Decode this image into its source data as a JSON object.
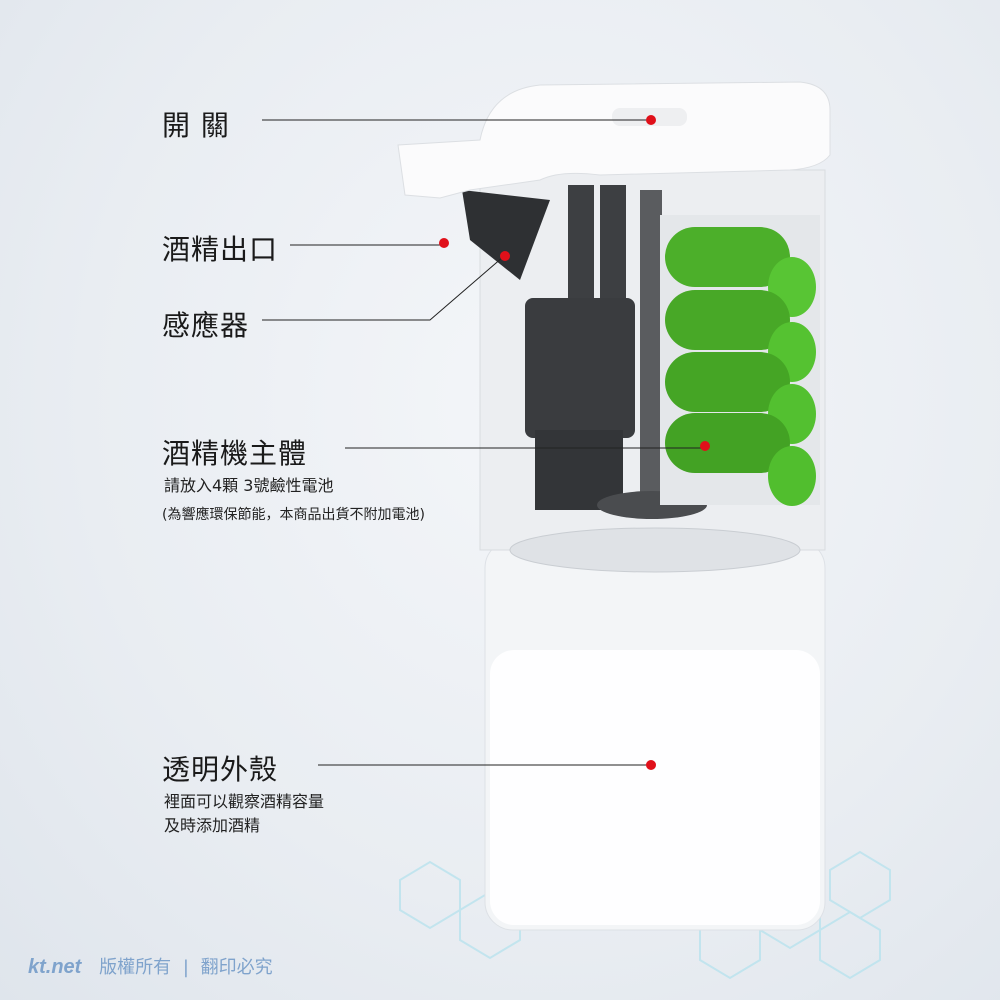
{
  "labels": {
    "switch": "開 關",
    "outlet": "酒精出口",
    "sensor": "感應器",
    "body": "酒精機主體",
    "body_note1": "請放入4顆 3號鹼性電池",
    "body_note2": "(為響應環保節能，本商品出貨不附加電池)",
    "shell": "透明外殼",
    "shell_note1": "裡面可以觀察酒精容量",
    "shell_note2": "及時添加酒精"
  },
  "footer": {
    "logo": "kt.net",
    "copyright": "版權所有",
    "separator": "|",
    "rights": "翻印必究"
  },
  "colors": {
    "marker": "#e0101a",
    "battery": "#4caf2a",
    "footer": "#7fa3cc"
  }
}
